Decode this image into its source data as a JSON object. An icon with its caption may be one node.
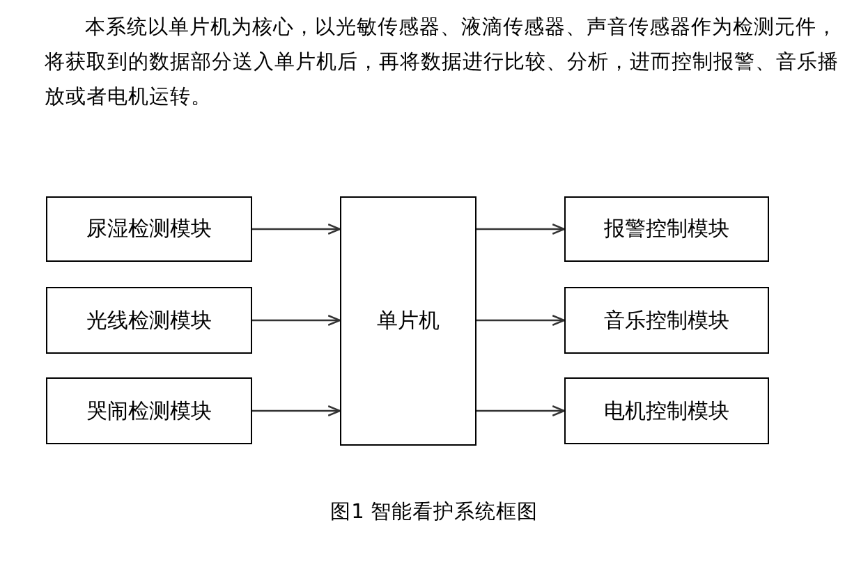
{
  "diagram": {
    "caption": "图1 智能看护系统框图",
    "nodes": [
      {
        "text": [
          "尿湿检测模块"
        ]
      },
      {
        "text": [
          "光线检测模块"
        ]
      },
      {
        "text": [
          "哭闹检测模块"
        ]
      },
      {
        "text": [
          "单片机"
        ]
      },
      {
        "text": [
          "报警控制模块"
        ]
      },
      {
        "text": [
          "音乐控制模块"
        ]
      },
      {
        "text": [
          "电机控制模块"
        ]
      }
    ],
    "edges": [
      {
        "from": 0,
        "to": 3,
        "arrow": "to"
      },
      {
        "from": 1,
        "to": 3,
        "arrow": "to"
      },
      {
        "from": 2,
        "to": 3,
        "arrow": "to"
      },
      {
        "from": 3,
        "to": 4,
        "arrow": "to"
      },
      {
        "from": 3,
        "to": 5,
        "arrow": "to"
      },
      {
        "from": 3,
        "to": 6,
        "arrow": "to"
      }
    ],
    "labels": [
      "本系统以单片机为核心，以光敏传感器、液滴传感器、声音传感器作为检测元件，将获取到的数据部分送入单片机后，再将数据进行比较、分析，进而控制报警、音乐播放或者电机运转。"
    ]
  }
}
